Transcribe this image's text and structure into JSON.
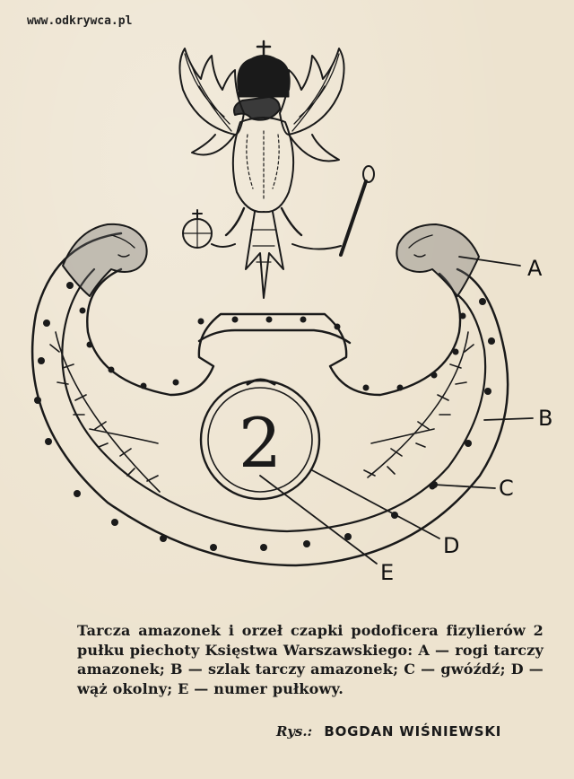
{
  "watermark": "www.odkrywca.pl",
  "labels": {
    "a": "A",
    "b": "B",
    "c": "C",
    "d": "D",
    "e": "E"
  },
  "regiment_number": "2",
  "caption": "Tarcza amazonek i orzeł czapki podoficera fizylierów 2 pułku piechoty Księstwa Warszawskiego: A — rogi tarczy amazonek; B — szlak tarczy amazonek; C — gwóźdź; D — wąż okolny; E — numer pułkowy.",
  "credit": {
    "prefix": "Rys.:",
    "author": "BOGDAN WIŚNIEWSKI"
  }
}
